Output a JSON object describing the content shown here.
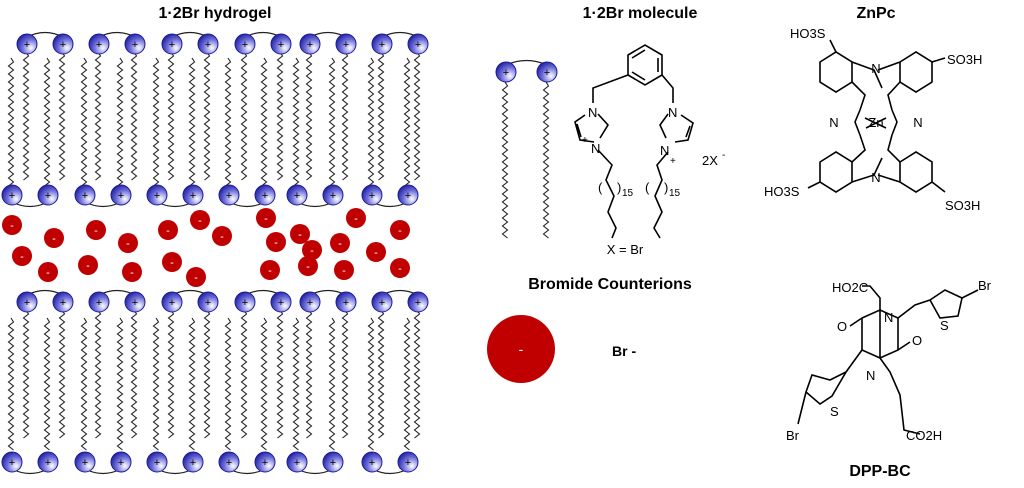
{
  "titles": {
    "hydrogel": "1·2Br hydrogel",
    "molecule": "1·2Br molecule",
    "znpc": "ZnPc",
    "dpp": "DPP-BC",
    "counterions": "Bromide Counterions"
  },
  "symbols": {
    "plus": "+",
    "minus": "-"
  },
  "molecule": {
    "n_label": "N",
    "repeat": "15",
    "paren_open": "(",
    "paren_close": ")",
    "counterion": "2X",
    "counterion_charge": "-",
    "x_def": "X = Br"
  },
  "bromide_label": "Br -",
  "znpc": {
    "so3h_tl": "HO3S",
    "so3h_tr": "SO3H",
    "so3h_bl": "HO3S",
    "so3h_br": "SO3H",
    "n": "N",
    "zn": "Zn"
  },
  "dpp": {
    "ho2c": "HO2C",
    "co2h": "CO2H",
    "br": "Br",
    "s": "S",
    "o": "O",
    "n": "N"
  },
  "colors": {
    "cation": "#2a2aa8",
    "anion": "#c00000"
  }
}
